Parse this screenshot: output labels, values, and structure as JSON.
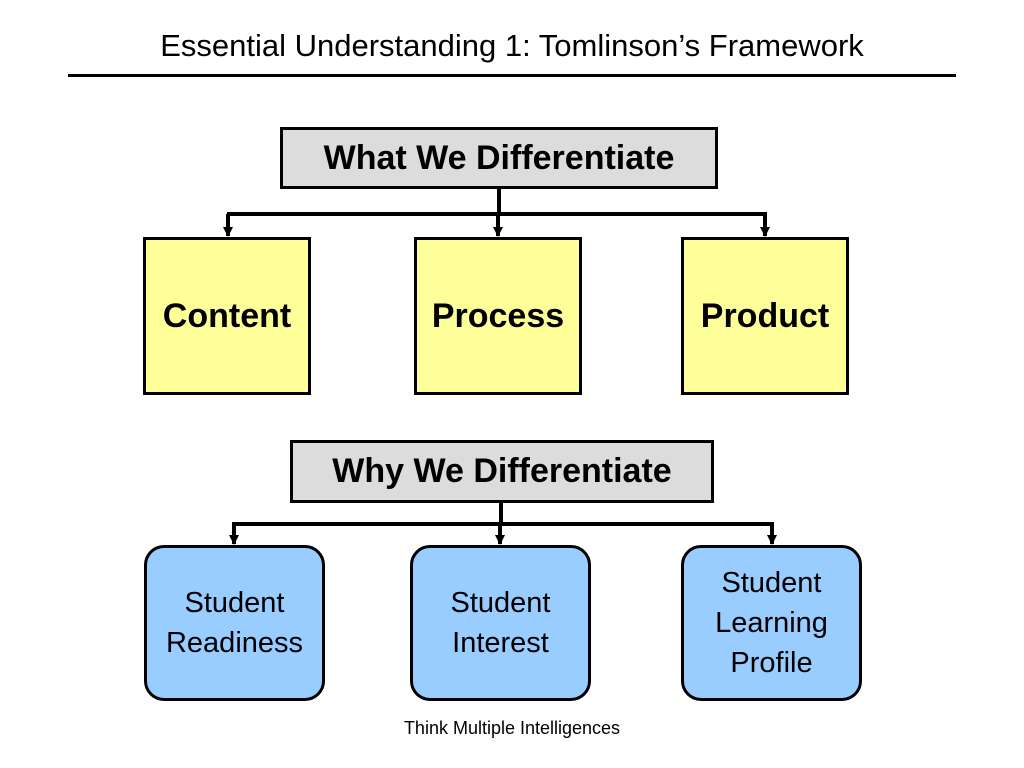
{
  "title": "Essential Understanding 1: Tomlinson’s Framework",
  "what_header": "What We Differentiate",
  "what_items": [
    "Content",
    "Process",
    "Product"
  ],
  "why_header": "Why We Differentiate",
  "why_items": [
    [
      "Student",
      "Readiness"
    ],
    [
      "Student",
      "Interest"
    ],
    [
      "Student",
      "Learning",
      "Profile"
    ]
  ],
  "footer": "Think Multiple Intelligences",
  "colors": {
    "header_fill": "#dcdcdc",
    "yellow_fill": "#ffff99",
    "blue_fill": "#99ccff",
    "line": "#000000"
  }
}
